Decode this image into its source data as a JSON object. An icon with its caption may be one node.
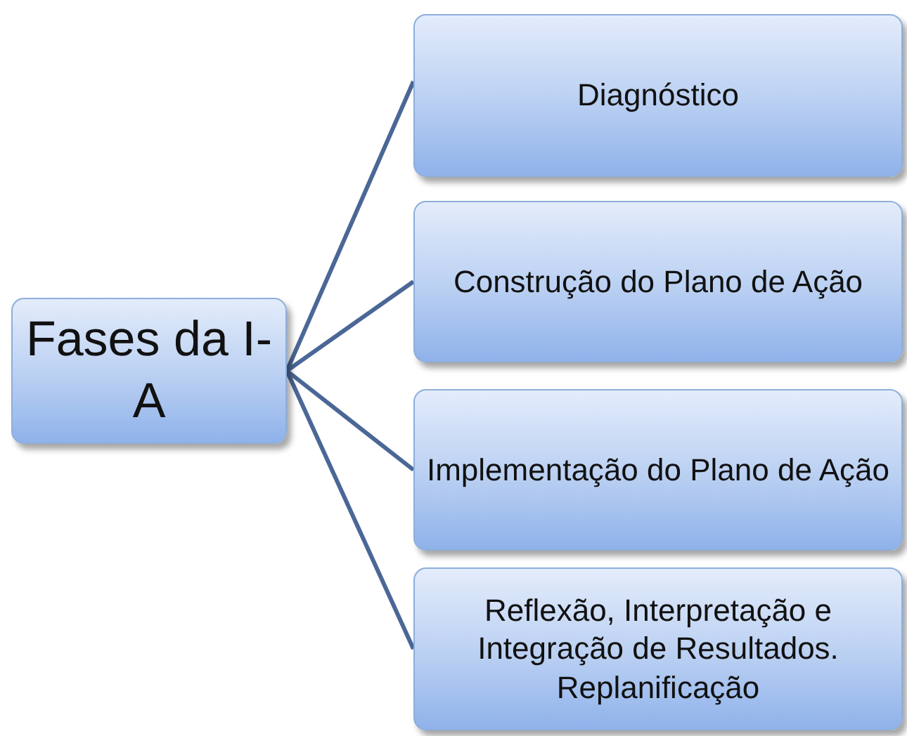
{
  "diagram": {
    "nodes": [
      {
        "text": [
          "Fases da I-A"
        ]
      },
      {
        "text": [
          "Diagnóstico"
        ]
      },
      {
        "text": [
          "Construção do Plano de Ação"
        ]
      },
      {
        "text": [
          "Implementação do Plano de Ação"
        ]
      },
      {
        "text": [
          "Reflexão, Interpretação e Integração de Resultados. Replanificação"
        ]
      }
    ],
    "edges": [
      {
        "from": 0,
        "to": 1,
        "arrow": "none"
      },
      {
        "from": 0,
        "to": 2,
        "arrow": "none"
      },
      {
        "from": 0,
        "to": 3,
        "arrow": "none"
      },
      {
        "from": 0,
        "to": 4,
        "arrow": "none"
      }
    ]
  }
}
